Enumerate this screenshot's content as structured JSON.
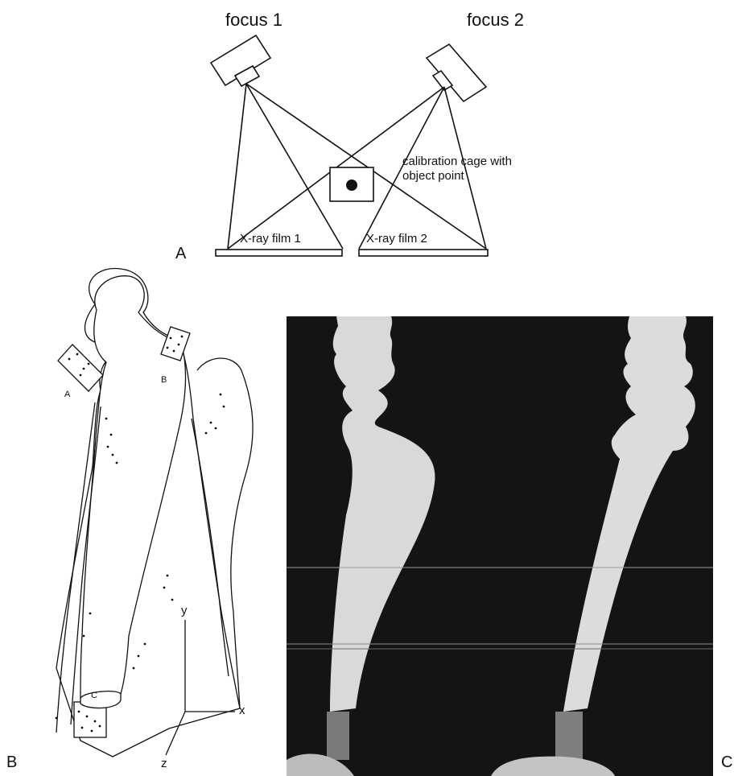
{
  "panel_a": {
    "focus1": "focus 1",
    "focus2": "focus 2",
    "cage_label_line1": "calibration cage with",
    "cage_label_line2": "object point",
    "film1": "X-ray film 1",
    "film2": "X-ray film 2",
    "panel_letter": "A"
  },
  "panel_b": {
    "marker_a": "A",
    "marker_b": "B",
    "marker_c": "C",
    "axis_y": "y",
    "axis_x": "x",
    "axis_z": "z",
    "panel_letter": "B"
  },
  "panel_c": {
    "panel_letter": "C"
  }
}
